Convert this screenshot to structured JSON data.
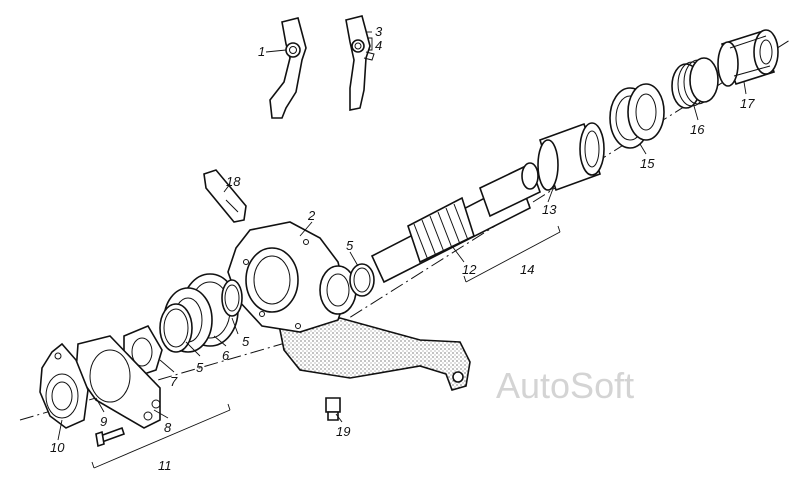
{
  "diagram": {
    "callouts": [
      "1",
      "2",
      "3",
      "4",
      "5",
      "5",
      "5",
      "6",
      "7",
      "8",
      "9",
      "10",
      "11",
      "12",
      "13",
      "14",
      "15",
      "16",
      "17",
      "18",
      "19"
    ],
    "watermark": "AutoSoft"
  }
}
